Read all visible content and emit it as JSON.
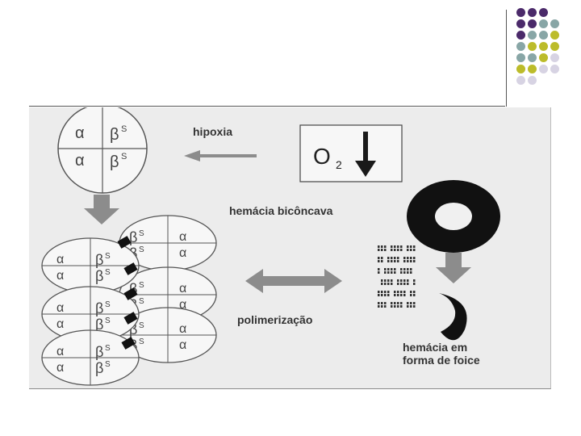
{
  "colors": {
    "purple": "#4b2a6a",
    "teal": "#88a6a6",
    "olive": "#bcbc2a",
    "lavender": "#d7d3e3",
    "arrow_gray": "#8c8c8c",
    "ink": "#1a1a1a"
  },
  "dot_grid": [
    [
      "purple",
      "purple",
      "purple"
    ],
    [
      "purple",
      "purple",
      "teal",
      "teal"
    ],
    [
      "purple",
      "teal",
      "teal",
      "olive"
    ],
    [
      "teal",
      "olive",
      "olive",
      "olive"
    ],
    [
      "teal",
      "teal",
      "olive",
      "lavender"
    ],
    [
      "olive",
      "olive",
      "lavender",
      "lavender"
    ],
    [
      "lavender",
      "lavender"
    ]
  ],
  "labels": {
    "hipoxia": "hipoxia",
    "o2": "O",
    "o2_sub": "2",
    "hemacia_biconcava": "hemácia bicôncava",
    "polimerizacao": "polimerização",
    "hemacia_foice_1": "hemácia em",
    "hemacia_foice_2": "forma de foice"
  },
  "subunits": {
    "alpha": "α",
    "beta": "β",
    "beta_sup": "S"
  }
}
